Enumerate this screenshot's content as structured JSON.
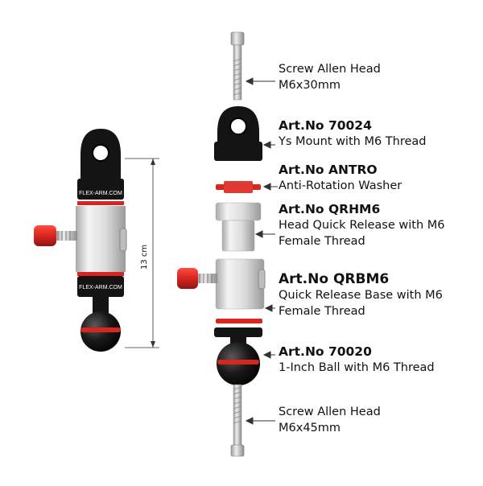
{
  "colors": {
    "red": "#d7261f",
    "black": "#141414",
    "silver": "#d9d9d9",
    "line": "#333333"
  },
  "assembled": {
    "band_text_top": "FLEX-ARM.COM",
    "band_text_bottom": "FLEX-ARM.COM",
    "dimension_label": "13 cm"
  },
  "parts": [
    {
      "id": "screw-30",
      "art": "",
      "lines": [
        "Screw Allen Head",
        "M6x30mm"
      ]
    },
    {
      "id": "ys-mount",
      "art": "Art.No 70024",
      "lines": [
        "Ys Mount with M6 Thread"
      ]
    },
    {
      "id": "antro",
      "art": "Art.No ANTRO",
      "lines": [
        "Anti-Rotation Washer"
      ]
    },
    {
      "id": "qrhm6",
      "art": "Art.No QRHM6",
      "lines": [
        "Head Quick Release with M6",
        "Female Thread"
      ]
    },
    {
      "id": "qrbm6",
      "art": "Art.No QRBM6",
      "lines": [
        "Quick Release Base with M6",
        "Female Thread"
      ]
    },
    {
      "id": "ball-70020",
      "art": "Art.No 70020",
      "lines": [
        "1-Inch Ball with M6 Thread"
      ]
    },
    {
      "id": "screw-45",
      "art": "",
      "lines": [
        "Screw Allen Head",
        "M6x45mm"
      ]
    }
  ]
}
